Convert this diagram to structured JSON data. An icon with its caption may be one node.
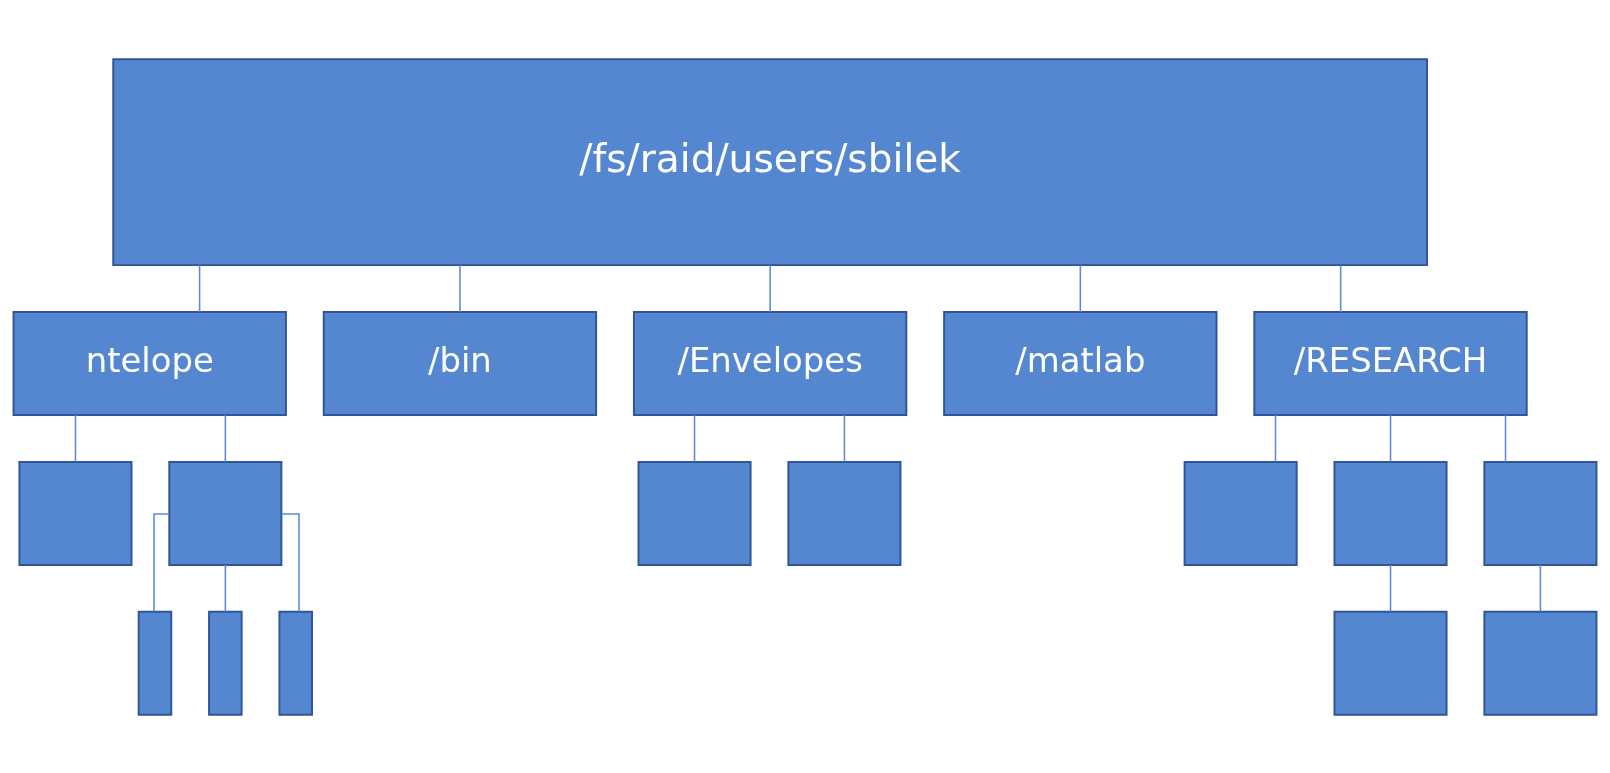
{
  "diagram": {
    "nodes": [
      {
        "text": [
          "/fs/raid/users/sbilek"
        ]
      },
      {
        "text": [
          "ntelope"
        ]
      },
      {
        "text": [
          "/bin"
        ]
      },
      {
        "text": [
          "/Envelopes"
        ]
      },
      {
        "text": [
          "/matlab"
        ]
      },
      {
        "text": [
          "/RESEARCH"
        ]
      },
      {
        "text": [],
        "shape": "box"
      },
      {
        "text": [],
        "shape": "box"
      },
      {
        "text": [],
        "shape": "bar"
      },
      {
        "text": [],
        "shape": "bar"
      },
      {
        "text": [],
        "shape": "bar"
      },
      {
        "text": [],
        "shape": "box"
      },
      {
        "text": [],
        "shape": "box"
      },
      {
        "text": [],
        "shape": "box"
      },
      {
        "text": [],
        "shape": "box"
      },
      {
        "text": [],
        "shape": "box"
      },
      {
        "text": [],
        "shape": "box"
      },
      {
        "text": [],
        "shape": "box"
      }
    ],
    "edges": [
      {
        "from": 0,
        "to": 1,
        "arrow": "none"
      },
      {
        "from": 0,
        "to": 2,
        "arrow": "none"
      },
      {
        "from": 0,
        "to": 3,
        "arrow": "none"
      },
      {
        "from": 0,
        "to": 4,
        "arrow": "none"
      },
      {
        "from": 0,
        "to": 5,
        "arrow": "none"
      },
      {
        "from": 1,
        "to": 6,
        "arrow": "none"
      },
      {
        "from": 1,
        "to": 7,
        "arrow": "none"
      },
      {
        "from": 7,
        "to": 8,
        "arrow": "none"
      },
      {
        "from": 7,
        "to": 9,
        "arrow": "none"
      },
      {
        "from": 7,
        "to": 10,
        "arrow": "none"
      },
      {
        "from": 3,
        "to": 11,
        "arrow": "none"
      },
      {
        "from": 3,
        "to": 12,
        "arrow": "none"
      },
      {
        "from": 5,
        "to": 13,
        "arrow": "none"
      },
      {
        "from": 5,
        "to": 14,
        "arrow": "none"
      },
      {
        "from": 5,
        "to": 15,
        "arrow": "none"
      },
      {
        "from": 14,
        "to": 16,
        "arrow": "none"
      },
      {
        "from": 15,
        "to": 17,
        "arrow": "none"
      }
    ]
  }
}
